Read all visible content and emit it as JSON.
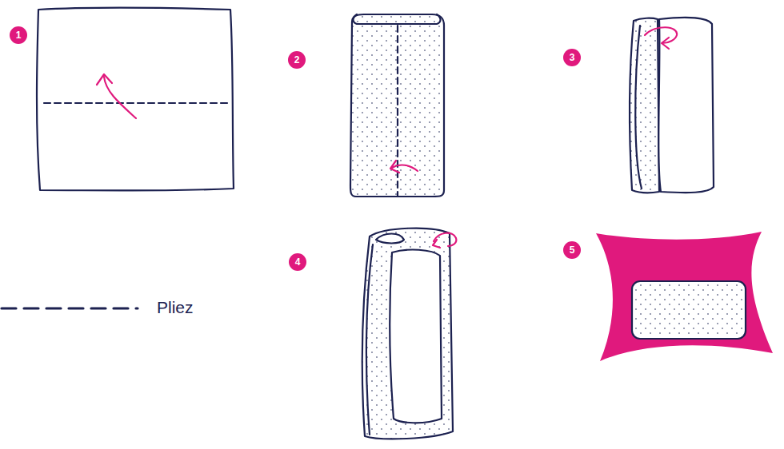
{
  "diagram": {
    "labels": [
      "1",
      "2",
      "3",
      "4",
      "5"
    ],
    "legend": [
      {
        "text": "Pliez"
      }
    ]
  }
}
